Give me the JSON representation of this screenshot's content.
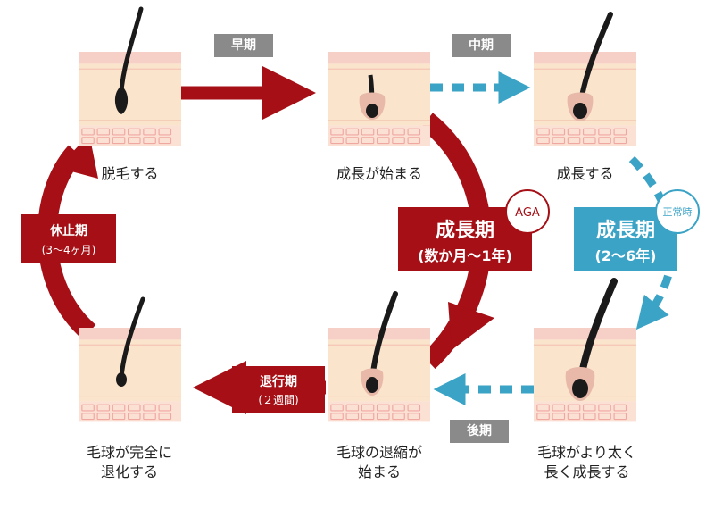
{
  "phase_tags": {
    "early": "早期",
    "middle": "中期",
    "late": "後期"
  },
  "stages": {
    "shedding": "脱毛する",
    "growth_start": "成長が始まる",
    "grows": "成長する",
    "bulb_regress_done_line1": "毛球が完全に",
    "bulb_regress_done_line2": "退化する",
    "bulb_shrink_start_line1": "毛球の退縮が",
    "bulb_shrink_start_line2": "始まる",
    "thicker_longer_line1": "毛球がより太く",
    "thicker_longer_line2": "長く成長する"
  },
  "phases": {
    "resting": {
      "title": "休止期",
      "duration": "(3〜4ヶ月)"
    },
    "catagen": {
      "title": "退行期",
      "duration": "(２週間)"
    },
    "growth_aga": {
      "title": "成長期",
      "duration": "(数か月〜1年)",
      "badge": "AGA"
    },
    "growth_normal": {
      "title": "成長期",
      "duration": "(2〜6年)",
      "badge": "正常時"
    }
  },
  "colors": {
    "aga_red": "#a50f15",
    "normal_blue": "#3aa3c6",
    "tag_gray": "#8a8a8a",
    "skin_pink": "#f6cfc6",
    "skin_tan": "#fbe4cc",
    "hair": "#1a1a1a"
  }
}
